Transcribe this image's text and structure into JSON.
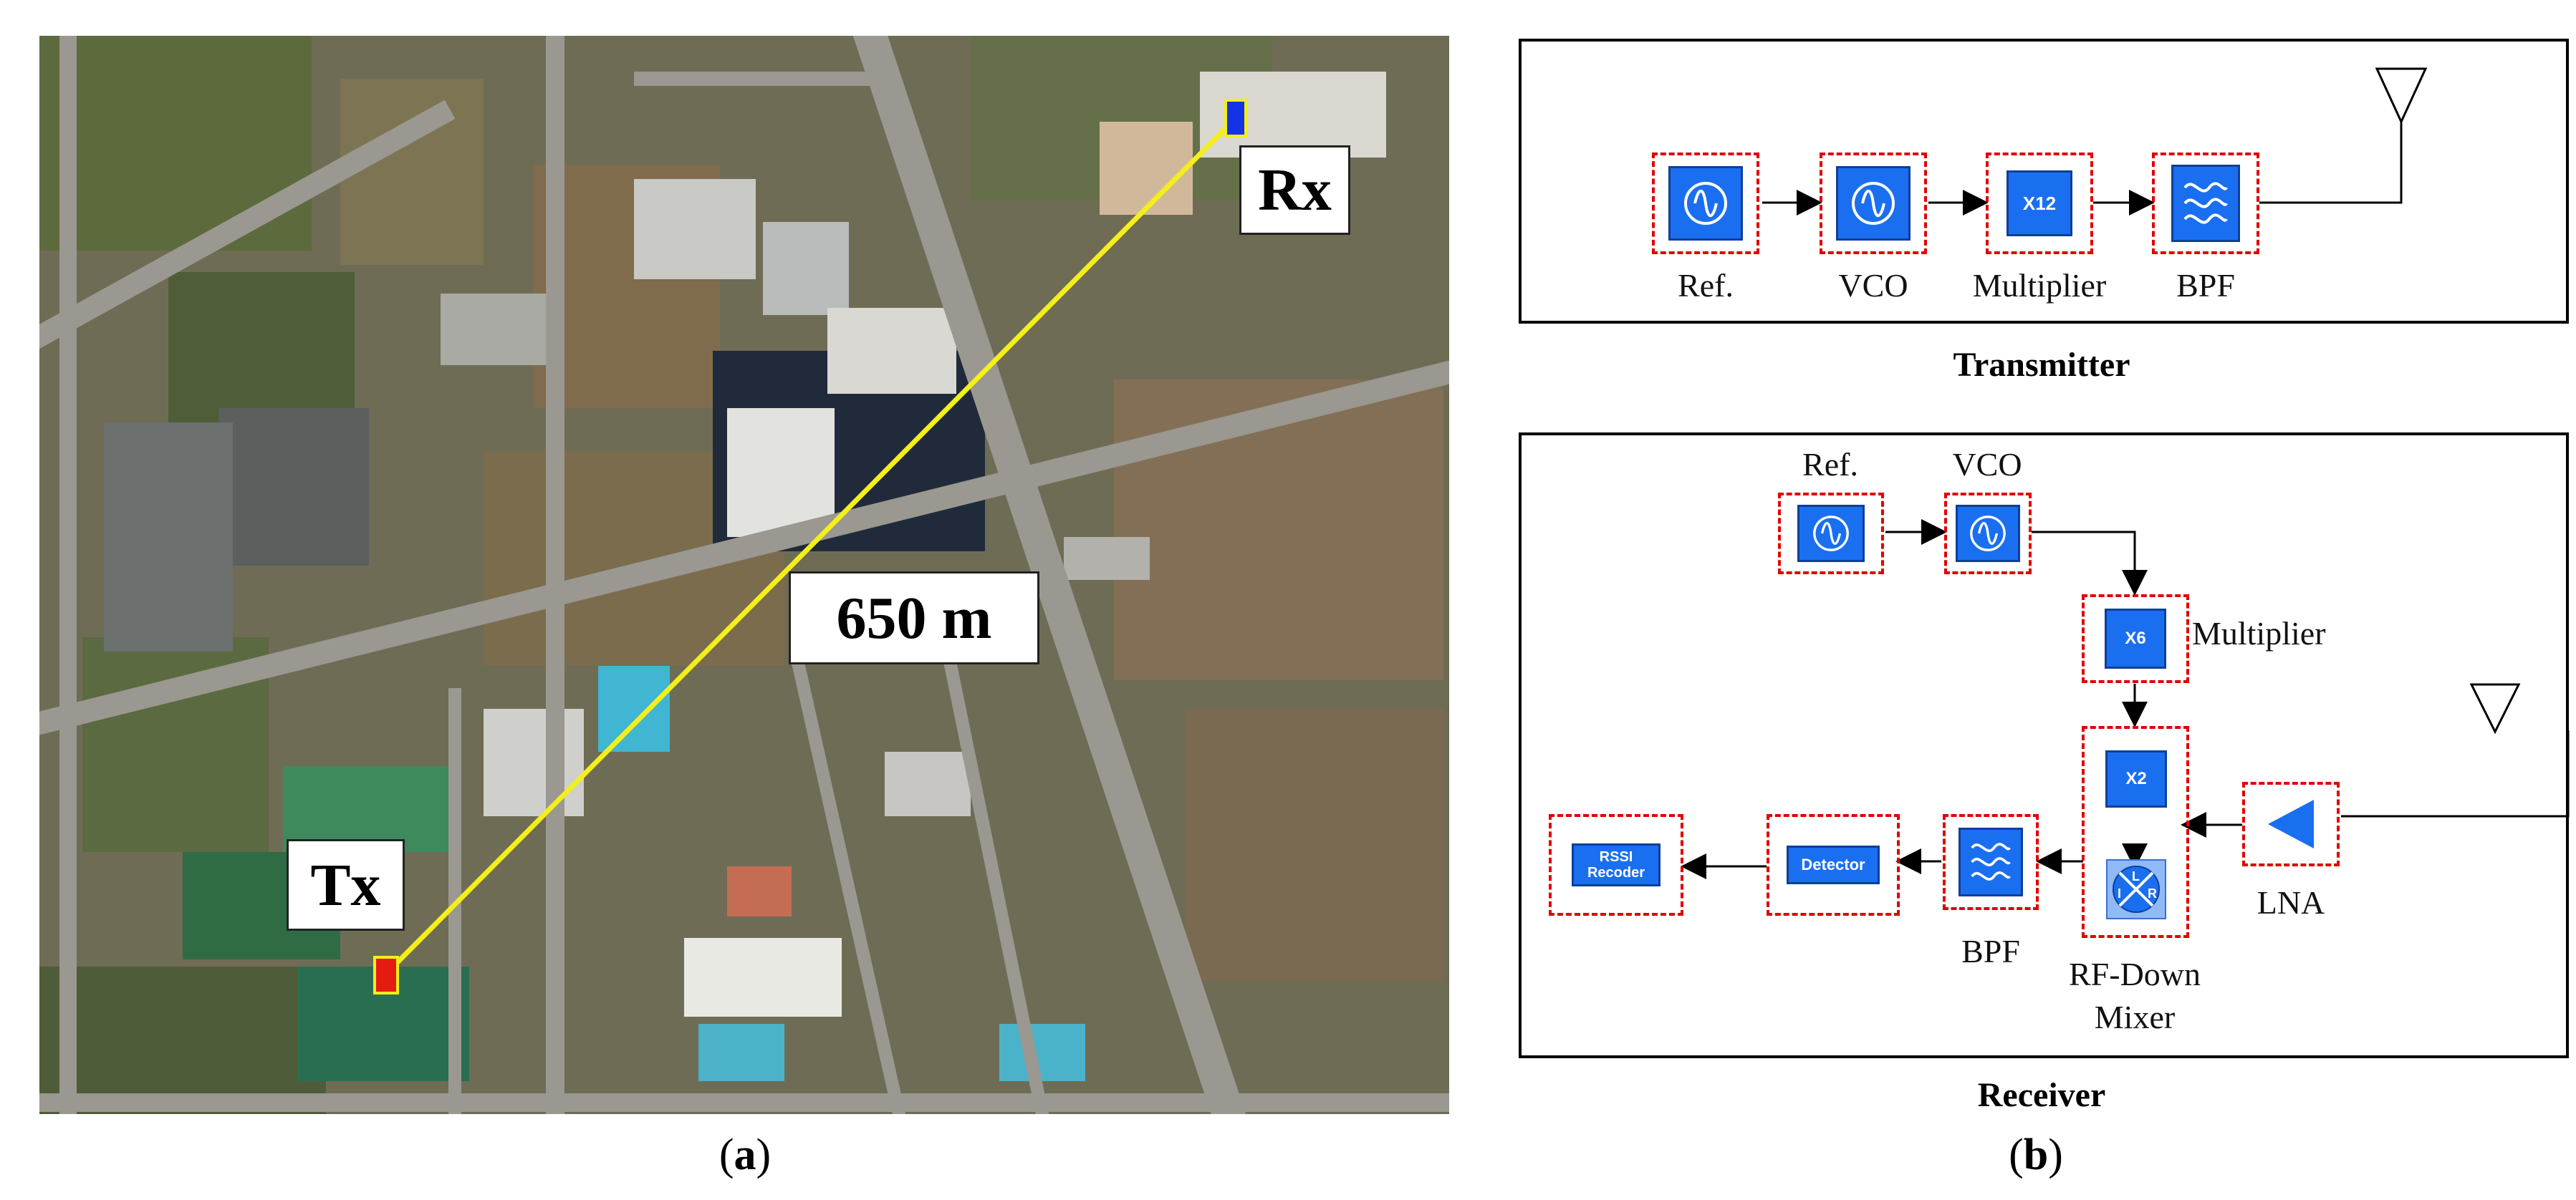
{
  "panel_a": {
    "caption_letter": "a",
    "tx_label": "Tx",
    "rx_label": "Rx",
    "distance_label": "650 m",
    "colors": {
      "link_line": "#f4ef1a",
      "tx_marker": "#e51b12",
      "rx_marker": "#1433e6"
    }
  },
  "panel_b": {
    "caption_letter": "b",
    "transmitter": {
      "title": "Transmitter",
      "blocks": [
        {
          "id": "ref",
          "label": "Ref.",
          "icon": "oscillator-icon"
        },
        {
          "id": "vco",
          "label": "VCO",
          "icon": "oscillator-icon"
        },
        {
          "id": "mult",
          "label": "Multiplier",
          "icon_text": "X12"
        },
        {
          "id": "bpf",
          "label": "BPF",
          "icon": "bandpass-filter-icon"
        }
      ],
      "antenna_icon": "antenna-icon"
    },
    "receiver": {
      "title": "Receiver",
      "ref_label": "Ref.",
      "vco_label": "VCO",
      "multiplier_label": "Multiplier",
      "multiplier_text": "X6",
      "doubler_text": "X2",
      "mixer_ports": {
        "i": "I",
        "l": "L",
        "r": "R"
      },
      "mixer_label_line1": "RF-Down",
      "mixer_label_line2": "Mixer",
      "lna_label": "LNA",
      "bpf_label": "BPF",
      "detector_text": "Detector",
      "rssi_line1": "RSSI",
      "rssi_line2": "Recoder",
      "antenna_icon": "antenna-icon"
    },
    "colors": {
      "block_fill": "#1a6ff0",
      "dashed_border": "#e00000"
    }
  }
}
